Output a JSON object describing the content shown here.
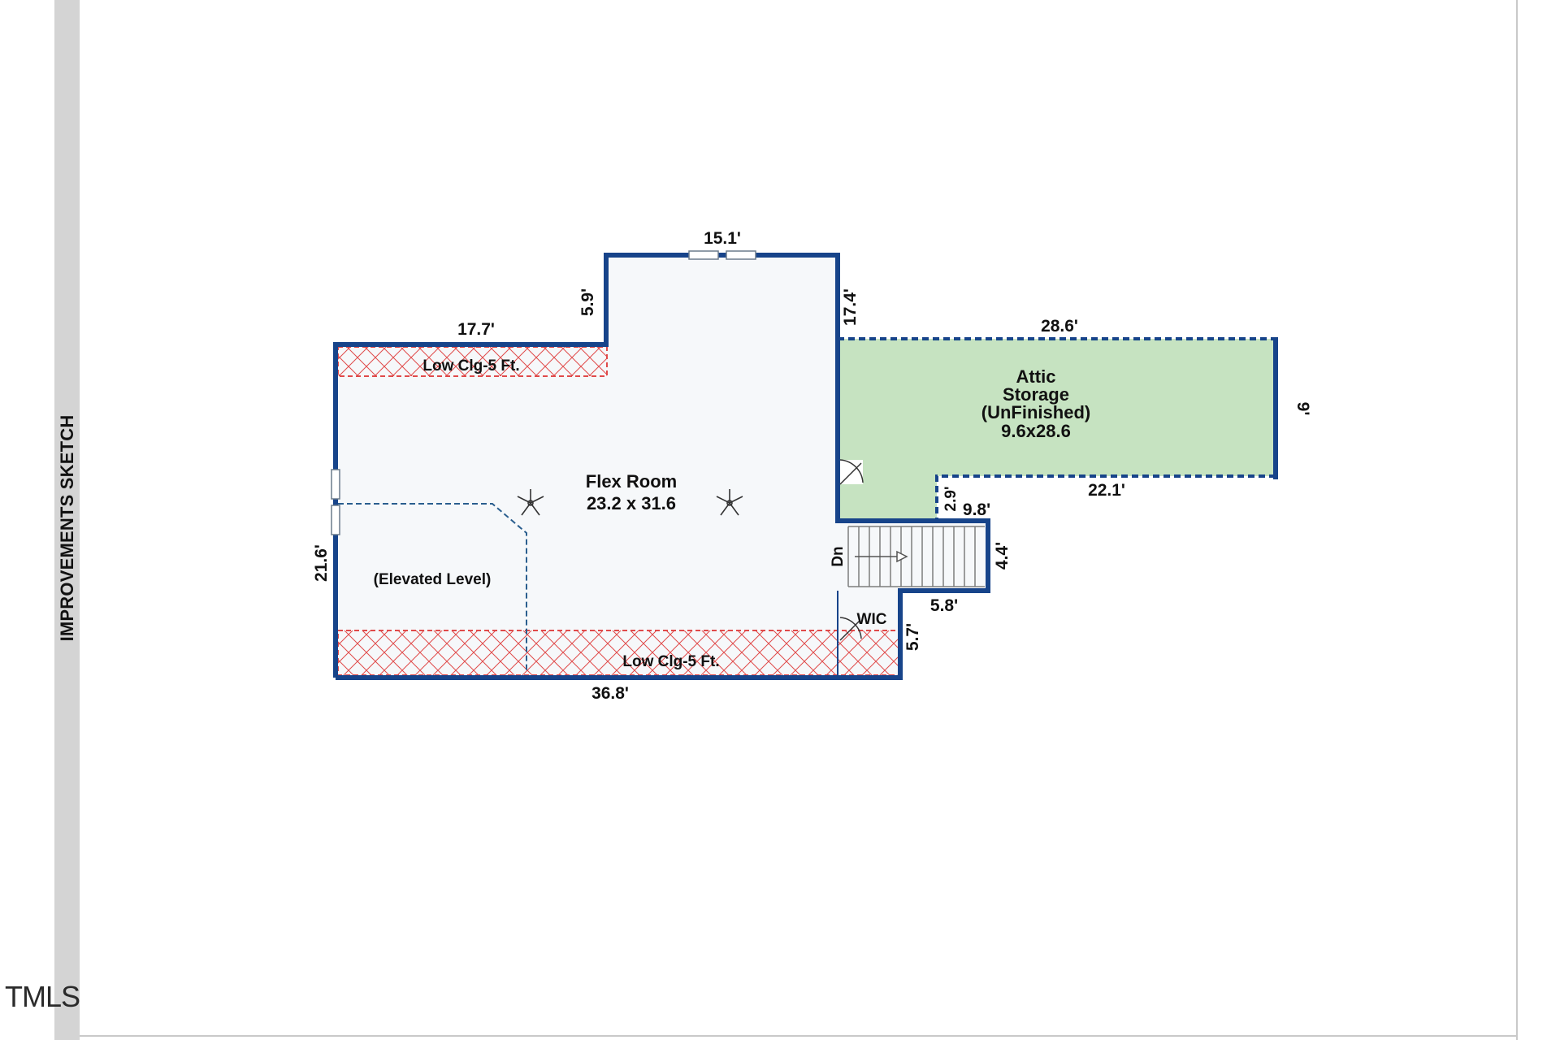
{
  "sidebar": {
    "label": "IMPROVEMENTS SKETCH"
  },
  "watermark": "TMLS",
  "rooms": {
    "flex_name": "Flex Room",
    "flex_size": "23.2 x 31.6",
    "attic_line1": "Attic",
    "attic_line2": "Storage",
    "attic_line3": "(UnFinished)",
    "attic_size": "9.6x28.6",
    "elevated": "(Elevated Level)",
    "wic": "WIC",
    "low_ceiling_top": "Low Clg-5 Ft.",
    "low_ceiling_bottom": "Low Clg-5 Ft.",
    "stairs_down": "Dn"
  },
  "dimensions": {
    "top_wall": "15.1'",
    "left_top_wall": "17.7'",
    "step_wall": "5.9'",
    "right_upper_wall": "17.4'",
    "attic_top": "28.6'",
    "attic_right": "9'",
    "attic_bottom": "22.1'",
    "attic_step": "2.9'",
    "stair_top": "9.8'",
    "stair_right": "4.4'",
    "stair_bottom": "5.8'",
    "wic_right": "5.7'",
    "bottom_wall": "36.8'",
    "left_wall": "21.6'"
  },
  "colors": {
    "wall": "#17448a",
    "attic_fill": "#c6e3c1",
    "floor_fill": "#f6f8fa",
    "low_ceiling_hatch": "#e04a4a"
  }
}
